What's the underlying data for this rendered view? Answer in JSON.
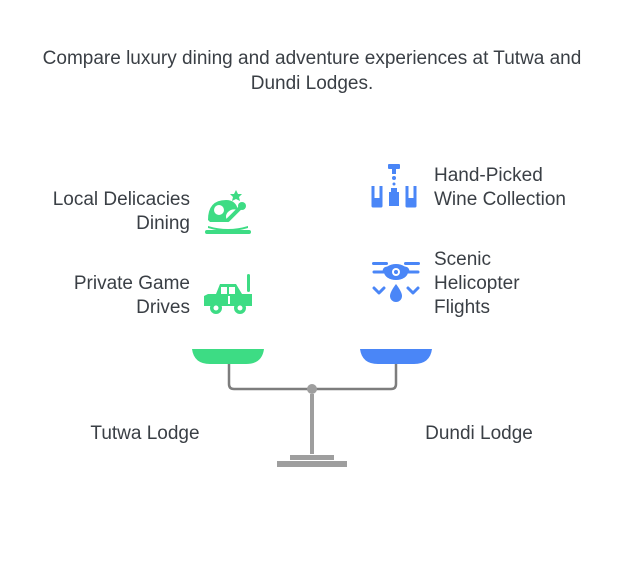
{
  "title": "Compare luxury dining and adventure experiences at Tutwa and Dundi Lodges.",
  "left": {
    "lodge_name": "Tutwa Lodge",
    "color": "#3ddc84",
    "items": [
      {
        "label_line1": "Local Delicacies",
        "label_line2": "Dining",
        "icon": "dining-dish-icon"
      },
      {
        "label_line1": "Private Game",
        "label_line2": "Drives",
        "icon": "safari-jeep-icon"
      }
    ]
  },
  "right": {
    "lodge_name": "Dundi Lodge",
    "color": "#4a86f7",
    "items": [
      {
        "label_line1": "Hand-Picked",
        "label_line2": "Wine Collection",
        "icon": "wine-glasses-icon"
      },
      {
        "label_line1": "Scenic",
        "label_line2": "Helicopter",
        "label_line3": "Flights",
        "icon": "drone-icon"
      }
    ]
  },
  "scale_color": "#9e9e9e"
}
